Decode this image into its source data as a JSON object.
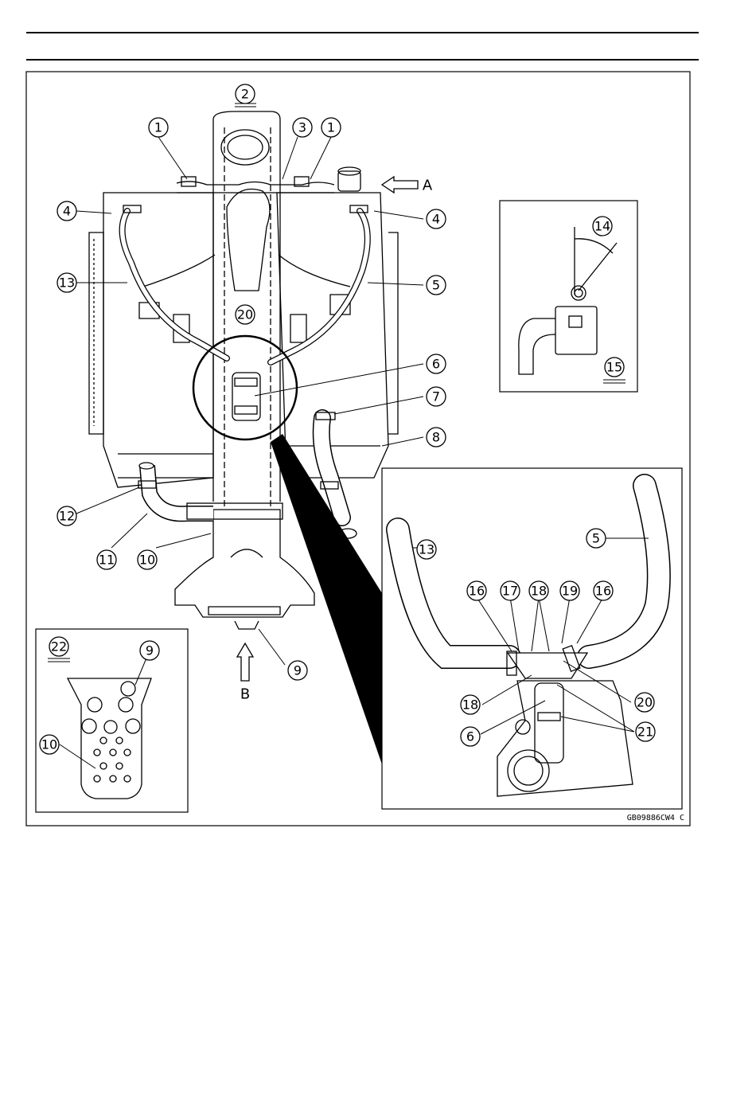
{
  "header": {
    "rules": 2
  },
  "diagram": {
    "code": "GB09886CW4 C",
    "view_letters": [
      "A",
      "B"
    ],
    "callouts": {
      "c1a": "1",
      "c1b": "1",
      "c2": "2",
      "c3": "3",
      "c4a": "4",
      "c4b": "4",
      "c5": "5",
      "c6": "6",
      "c7": "7",
      "c8": "8",
      "c9": "9",
      "c10": "10",
      "c11": "11",
      "c12": "12",
      "c13": "13",
      "c20": "20",
      "d14": "14",
      "d15": "15",
      "e13": "13",
      "e5": "5",
      "e16a": "16",
      "e17": "17",
      "e18a": "18",
      "e19": "19",
      "e16b": "16",
      "e18b": "18",
      "e20": "20",
      "e6": "6",
      "e21": "21",
      "f22": "22",
      "f9": "9",
      "f10": "10"
    }
  }
}
